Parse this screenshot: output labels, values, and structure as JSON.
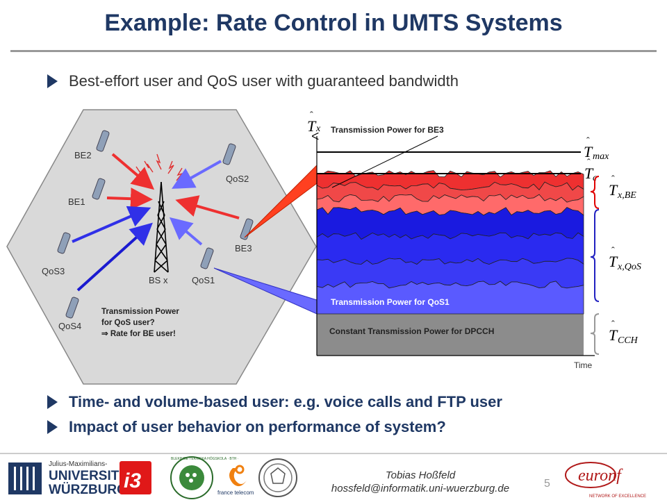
{
  "slide": {
    "title": "Example: Rate Control in UMTS Systems",
    "bullet1": "Best-effort user and QoS user with guaranteed bandwidth",
    "bullet2": "Time- and volume-based user: e.g. voice calls and FTP user",
    "bullet3": "Impact of user behavior on performance of system?",
    "page_number": "5"
  },
  "cell": {
    "users": {
      "be2": "BE2",
      "be1": "BE1",
      "qos3": "QoS3",
      "qos4": "QoS4",
      "qos2": "QoS2",
      "be3": "BE3",
      "qos1": "QoS1"
    },
    "bs_label": "BS x",
    "question_line1": "Transmission Power",
    "question_line2": "for QoS user?",
    "question_line3": "⇒ Rate for BE user!"
  },
  "power_chart": {
    "y_axis_symbol": "T",
    "y_axis_sub": "x",
    "x_axis_label": "Time",
    "label_be3": "Transmission Power for BE3",
    "label_qos1": "Transmission Power for QoS1",
    "label_dpcch": "Constant Transmission Power for DPCCH",
    "tmax_sub": "max",
    "tc_sub": "c",
    "txbe_sub": "x,BE",
    "txqos_sub": "x,QoS",
    "tcch_sub": "CCH"
  },
  "footer": {
    "author_name": "Tobias Hoßfeld",
    "author_email": "hossfeld@informatik.uni-wuerzburg.de",
    "logo_university_line1": "Julius-Maximilians-",
    "logo_university_line2": "UNIVERSITÄT",
    "logo_university_line3": "WÜRZBURG",
    "logo_i3": "i3",
    "logo_bth_ring": "BLEKINGE TEKNISKA HÖGSKOLA · BTH ·",
    "logo_ft": "france telecom",
    "logo_euronf_main": "euronf",
    "logo_euronf_sub": "NETWORK OF EXCELLENCE"
  },
  "colors": {
    "title": "#1f3864",
    "be_red": "#ee3030",
    "be_red_light": "#ff6a6a",
    "qos_blue": "#1a1ae0",
    "qos_blue_light": "#5a5aff",
    "dpcch_gray": "#8c8c8c",
    "cell_gray": "#d9d9d9",
    "brace_red": "#e00000",
    "brace_blue": "#2020c0",
    "brace_gray": "#999999"
  }
}
